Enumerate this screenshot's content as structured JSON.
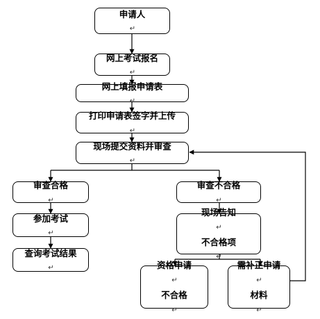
{
  "nodes": {
    "applicant": {
      "lines": [
        "申请人"
      ]
    },
    "online_register": {
      "lines": [
        "网上考试报名"
      ]
    },
    "fill_form": {
      "lines": [
        "网上填报申请表"
      ]
    },
    "print_sign": {
      "lines": [
        "打印申请表签字并上传"
      ]
    },
    "onsite_review": {
      "lines": [
        "现场提交资料并审查"
      ]
    },
    "review_pass": {
      "lines": [
        "审查合格"
      ]
    },
    "take_exam": {
      "lines": [
        "参加考试"
      ]
    },
    "query_result": {
      "lines": [
        "查询考试结果"
      ]
    },
    "review_fail": {
      "lines": [
        "审查不合格"
      ]
    },
    "notify": {
      "lines": [
        "现场告知",
        "不合格项"
      ]
    },
    "unqualified": {
      "lines": [
        "资格申请",
        "不合格"
      ]
    },
    "supplement": {
      "lines": [
        "需补正申请",
        "材料"
      ]
    }
  },
  "return_mark": "↵"
}
